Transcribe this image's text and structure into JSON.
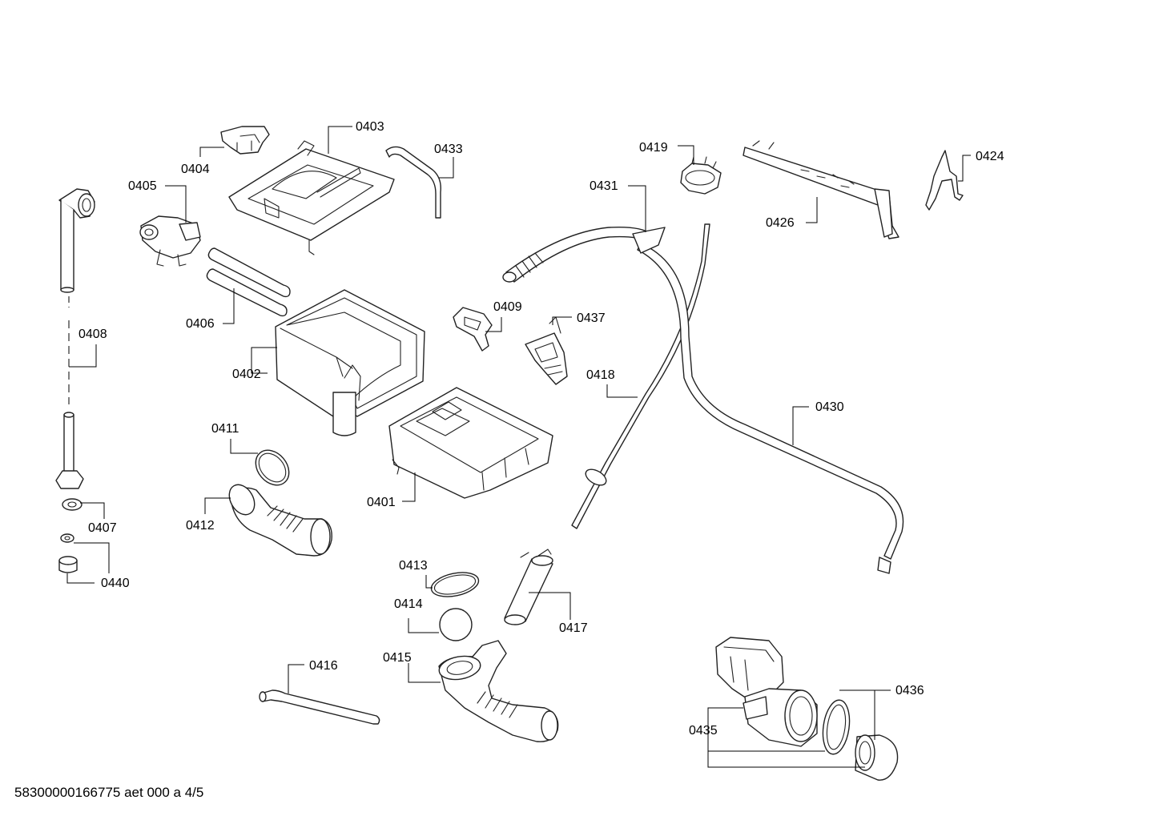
{
  "diagram": {
    "labels": {
      "l0401": "0401",
      "l0402": "0402",
      "l0403": "0403",
      "l0404": "0404",
      "l0405": "0405",
      "l0406": "0406",
      "l0407": "0407",
      "l0408": "0408",
      "l0409": "0409",
      "l0411": "0411",
      "l0412": "0412",
      "l0413": "0413",
      "l0414": "0414",
      "l0415": "0415",
      "l0416": "0416",
      "l0417": "0417",
      "l0418": "0418",
      "l0419": "0419",
      "l0424": "0424",
      "l0426": "0426",
      "l0430": "0430",
      "l0431": "0431",
      "l0433": "0433",
      "l0435": "0435",
      "l0436": "0436",
      "l0437": "0437",
      "l0440": "0440"
    },
    "footer": "58300000166775 aet 000 a 4/5"
  }
}
